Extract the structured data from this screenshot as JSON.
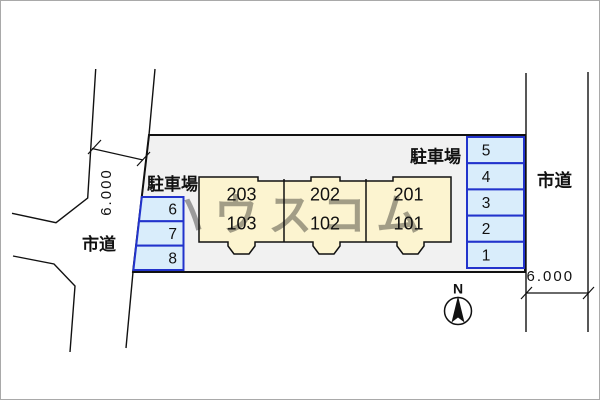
{
  "site": {
    "type": "site-plan"
  },
  "parking": {
    "left": {
      "label": "駐車場",
      "spaces": [
        "6",
        "7",
        "8"
      ]
    },
    "right": {
      "label": "駐車場",
      "spaces": [
        "5",
        "4",
        "3",
        "2",
        "1"
      ]
    }
  },
  "building": {
    "units": [
      {
        "upper": "203",
        "lower": "103"
      },
      {
        "upper": "202",
        "lower": "102"
      },
      {
        "upper": "201",
        "lower": "101"
      }
    ],
    "watermark": "ハウスコム"
  },
  "roads": {
    "left": {
      "label": "市道"
    },
    "right": {
      "label": "市道"
    }
  },
  "dimensions": {
    "left": {
      "value": "6.000"
    },
    "right": {
      "value": "6.000"
    }
  },
  "compass": {
    "label": "N"
  },
  "colors": {
    "site_fill": "#f1f1f1",
    "building_fill": "#fcf4d0",
    "parking_fill": "#d9edfb",
    "parking_border": "#2233cc",
    "line": "#111111"
  }
}
